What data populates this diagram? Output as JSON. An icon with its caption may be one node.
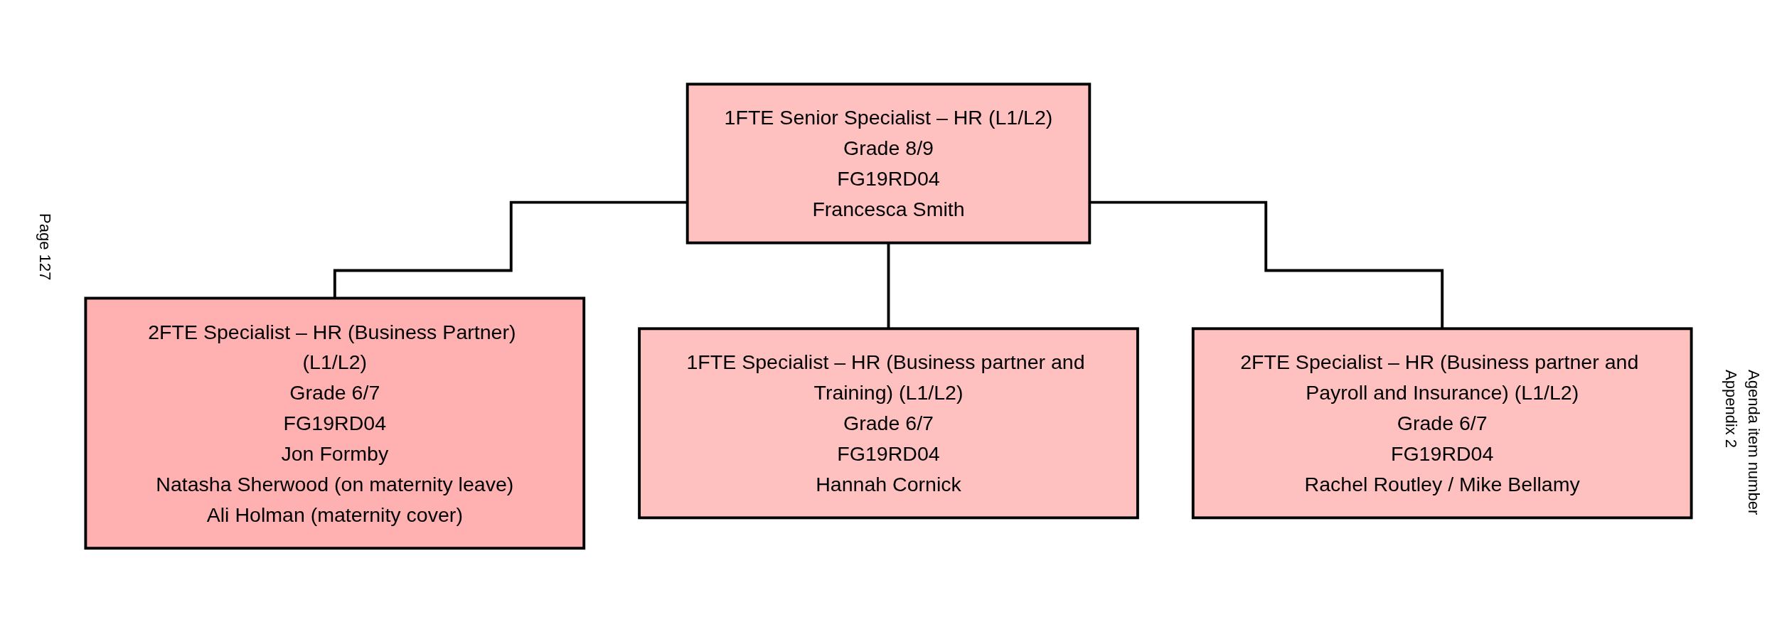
{
  "diagram": {
    "nodes": [
      {
        "text": [
          "1FTE Senior Specialist – HR (L1/L2)",
          "Grade 8/9",
          "FG19RD04",
          "Francesca Smith"
        ]
      },
      {
        "text": [
          "2FTE Specialist – HR (Business Partner) (L1/L2)",
          "Grade 6/7",
          "FG19RD04",
          "Jon Formby",
          "Natasha Sherwood (on maternity leave)",
          "Ali Holman (maternity cover)"
        ]
      },
      {
        "text": [
          "1FTE Specialist – HR (Business partner and Training) (L1/L2)",
          "Grade 6/7",
          "FG19RD04",
          "Hannah Cornick"
        ]
      },
      {
        "text": [
          "2FTE Specialist – HR (Business partner and Payroll and Insurance) (L1/L2)",
          "Grade 6/7",
          "FG19RD04",
          "Rachel Routley / Mike Bellamy"
        ]
      }
    ],
    "edges": [
      {
        "from": 0,
        "to": 1,
        "arrow": "none"
      },
      {
        "from": 0,
        "to": 2,
        "arrow": "none"
      },
      {
        "from": 0,
        "to": 3,
        "arrow": "none"
      }
    ],
    "labels": [
      "Page 127",
      "Agenda item number",
      "Appendix 2"
    ]
  }
}
